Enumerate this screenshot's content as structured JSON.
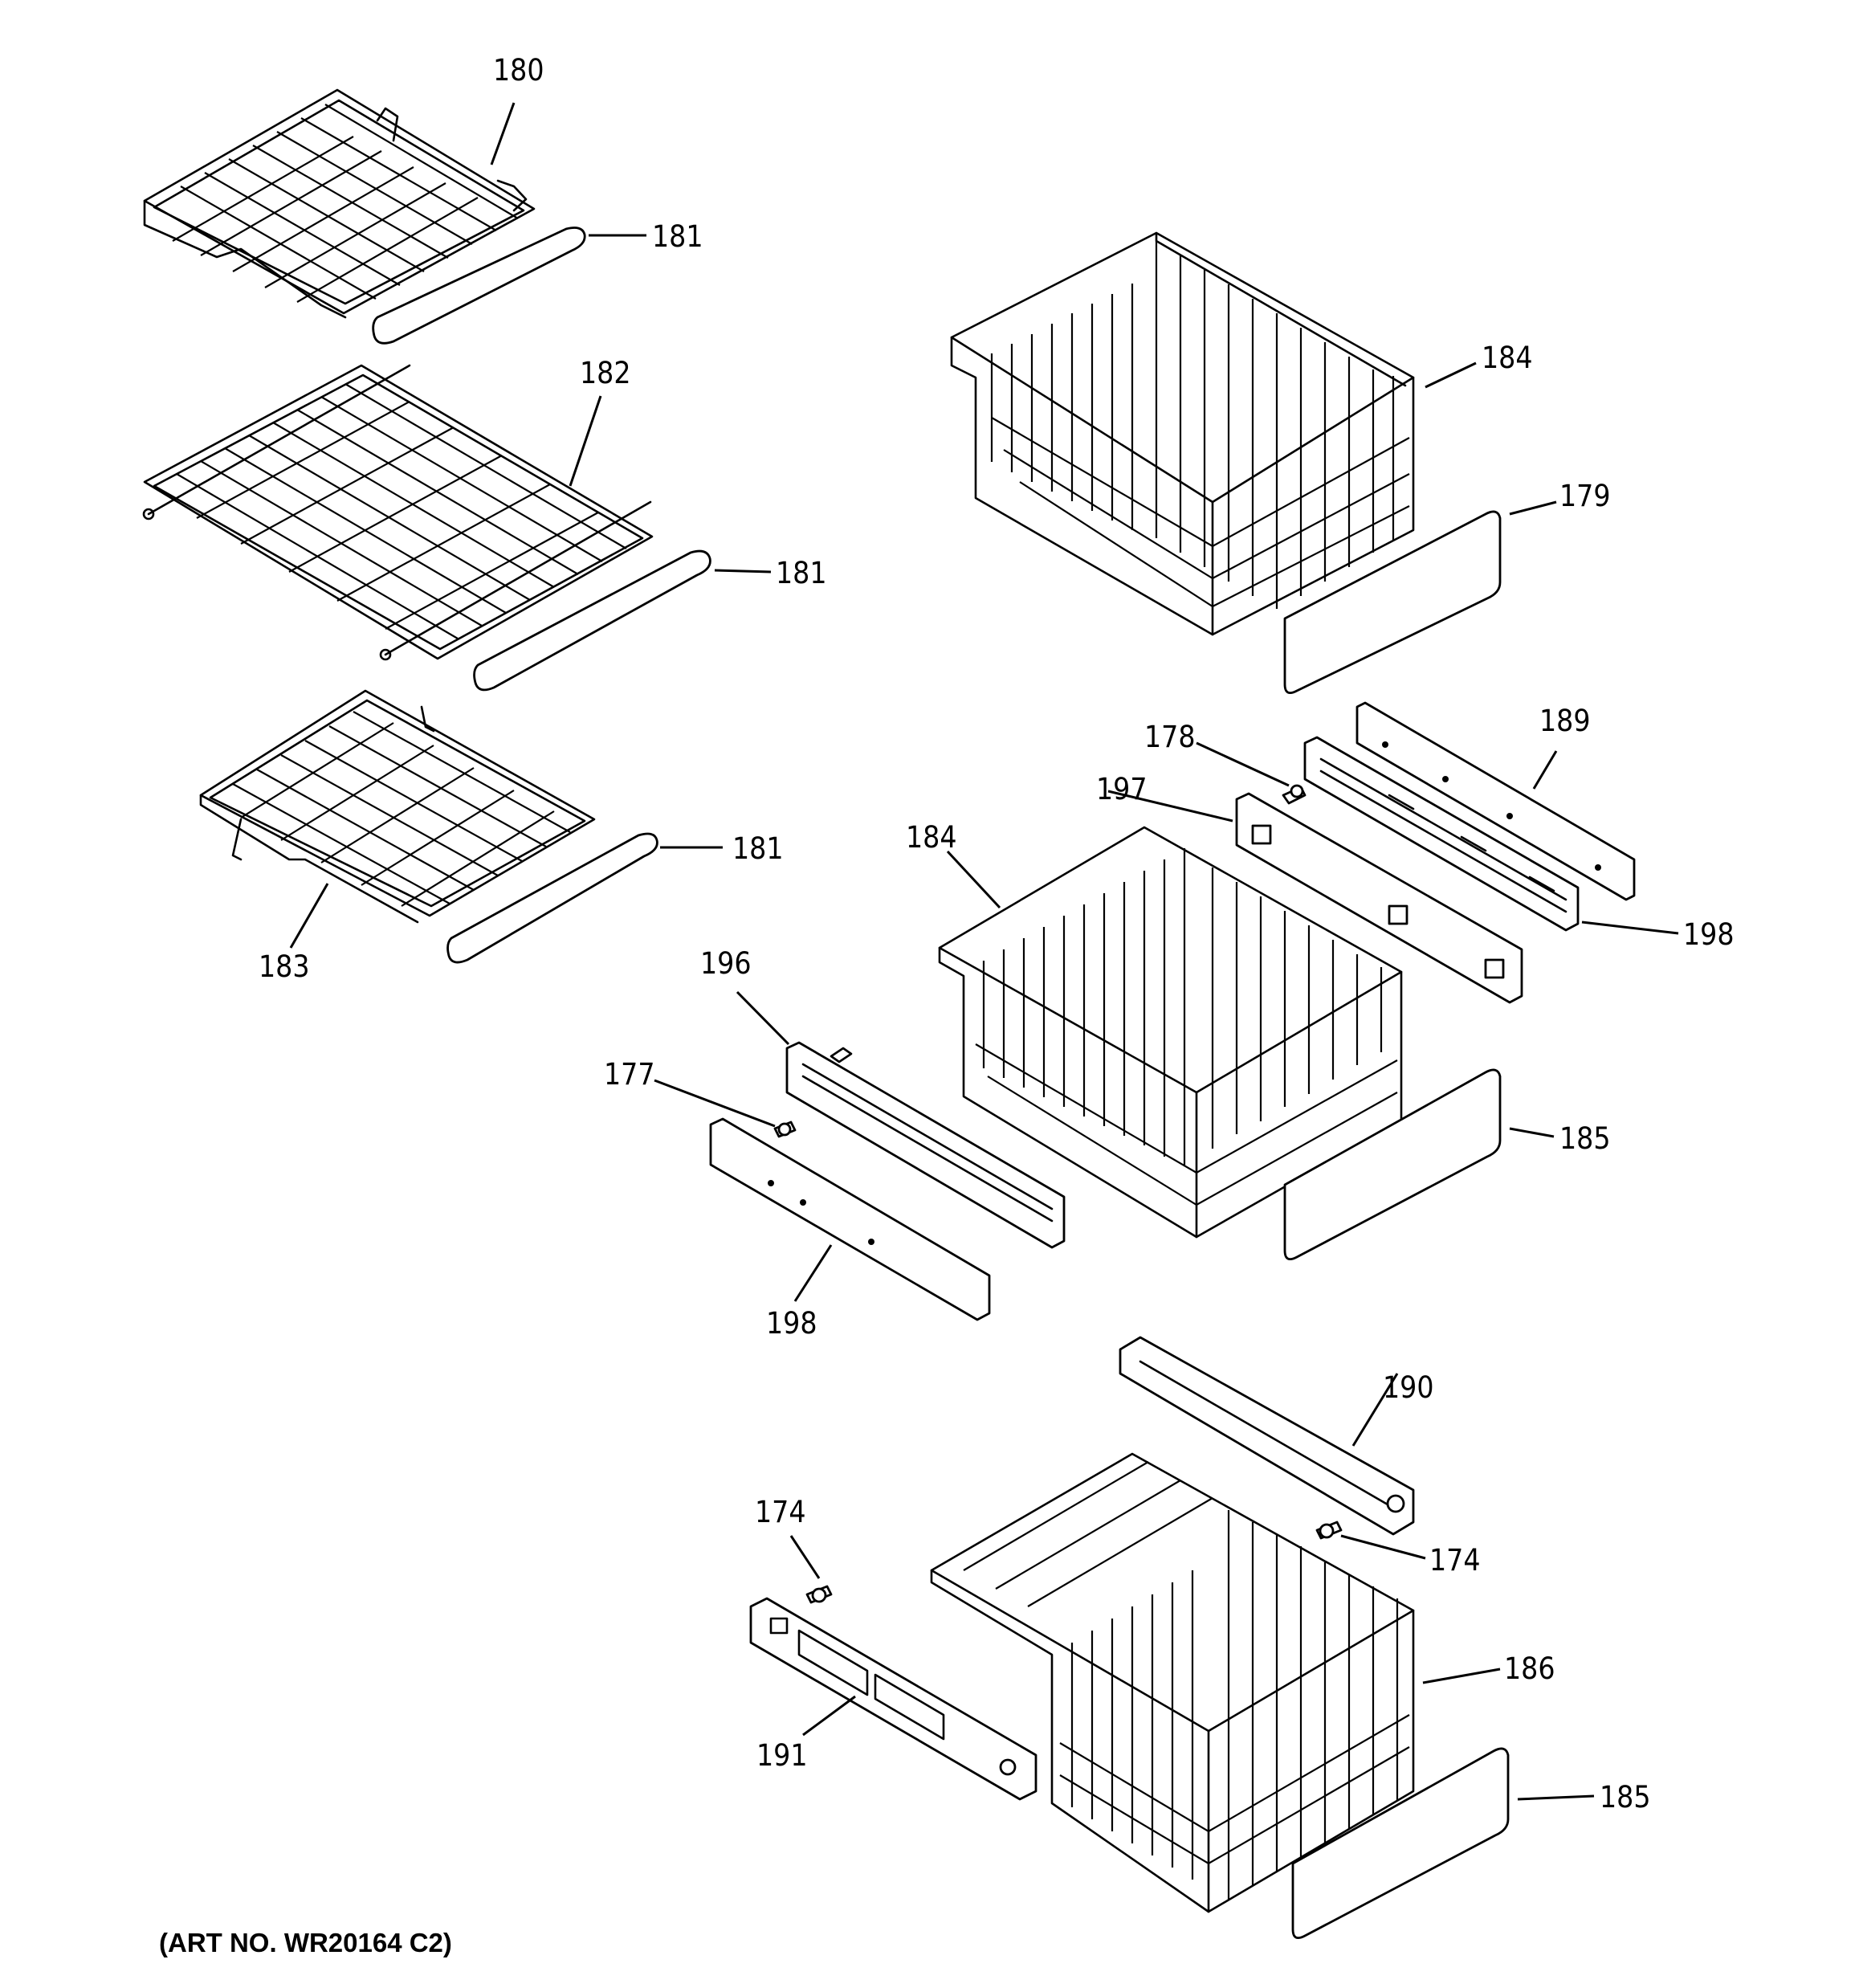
{
  "callouts": {
    "c180": "180",
    "c181a": "181",
    "c182": "182",
    "c181b": "181",
    "c183": "183",
    "c181c": "181",
    "c184a": "184",
    "c179": "179",
    "c178": "178",
    "c189": "189",
    "c197": "197",
    "c184b": "184",
    "c198a": "198",
    "c196": "196",
    "c177": "177",
    "c185a": "185",
    "c198b": "198",
    "c190": "190",
    "c174a": "174",
    "c174b": "174",
    "c186": "186",
    "c191": "191",
    "c185b": "185"
  },
  "art_number": "(ART NO. WR20164 C2)"
}
